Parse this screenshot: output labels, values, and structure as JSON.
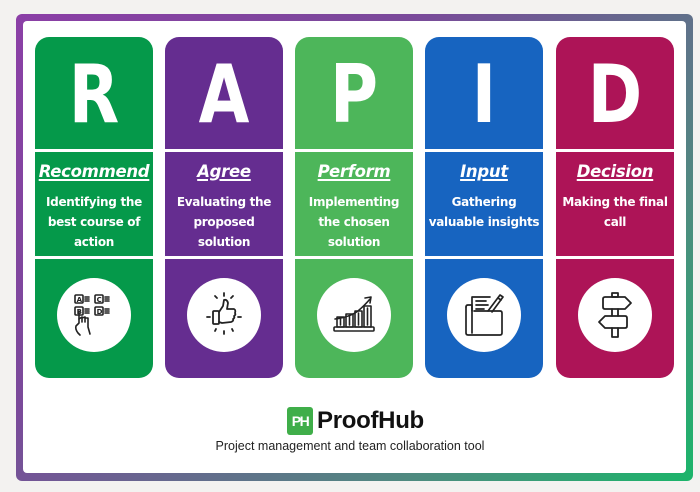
{
  "colors": {
    "frame_gradient_start": "#8b3fa6",
    "frame_gradient_end": "#1bb56a",
    "background": "#f3f2f0",
    "logo_green": "#3fae49"
  },
  "cards": [
    {
      "letter": "R",
      "title": "Recommend",
      "description": "Identifying the best course of action",
      "icon": "multiple-choice-selection-icon",
      "color": "#05994a"
    },
    {
      "letter": "A",
      "title": "Agree",
      "description": "Evaluating the proposed solution",
      "icon": "thumbs-up-icon",
      "color": "#652d90"
    },
    {
      "letter": "P",
      "title": "Perform",
      "description": "Implementing the chosen solution",
      "icon": "growth-chart-icon",
      "color": "#4db65a"
    },
    {
      "letter": "I",
      "title": "Input",
      "description": "Gathering valuable insights",
      "icon": "folder-document-pen-icon",
      "color": "#1764c0"
    },
    {
      "letter": "D",
      "title": "Decision",
      "description": "Making the final call",
      "icon": "signpost-directions-icon",
      "color": "#ad1457"
    }
  ],
  "footer": {
    "logo_mark": "PH",
    "brand_name": "ProofHub",
    "tagline": "Project management and team collaboration tool"
  }
}
